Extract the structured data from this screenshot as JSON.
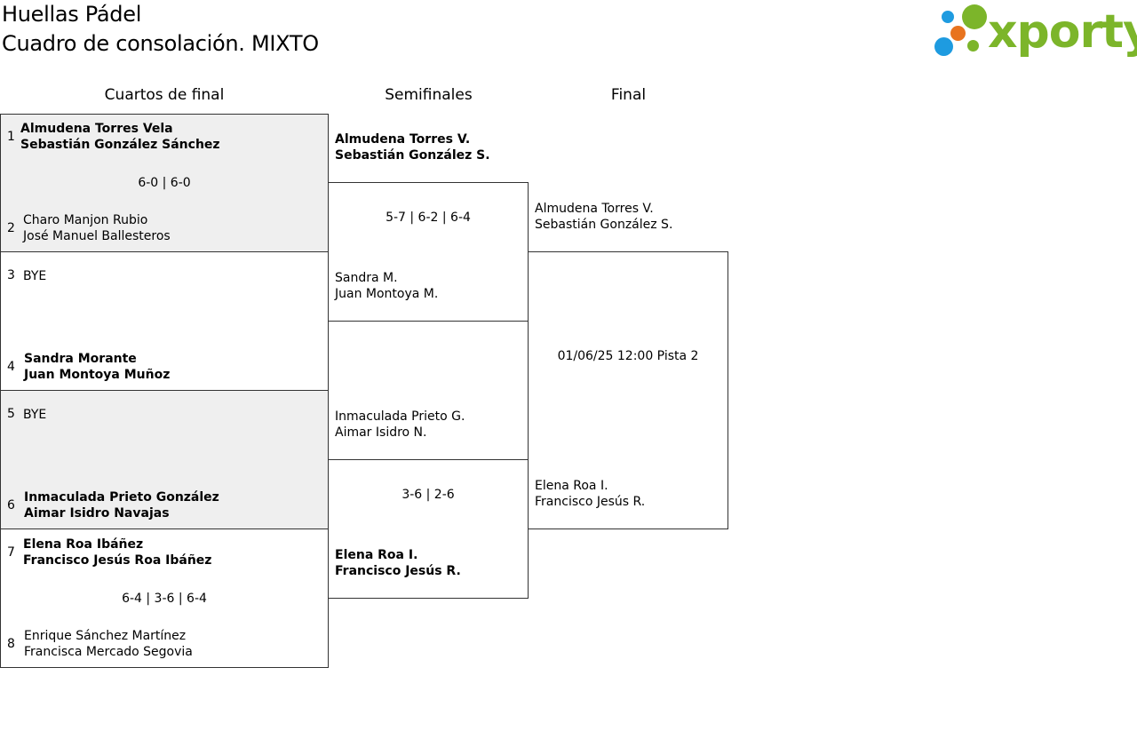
{
  "header": {
    "title_line1": "Huellas Pádel",
    "title_line2": "Cuadro de consolación. MIXTO",
    "logo_text": "xporty",
    "logo_colors": {
      "text": "#7cb52a",
      "blue": "#1e9be0",
      "orange": "#e8731e",
      "green": "#7cb52a"
    }
  },
  "rounds": {
    "quarterfinals": "Cuartos de final",
    "semifinals": "Semifinales",
    "final": "Final"
  },
  "quarterfinals": [
    {
      "seed_a": "1",
      "team_a": [
        "Almudena Torres Vela",
        "Sebastián González Sánchez"
      ],
      "score": "6-0 | 6-0",
      "seed_b": "2",
      "team_b": [
        "Charo Manjon Rubio",
        "José Manuel Ballesteros"
      ]
    },
    {
      "seed_a": "3",
      "team_a": [
        "BYE"
      ],
      "score": "",
      "seed_b": "4",
      "team_b": [
        "Sandra Morante",
        "Juan Montoya Muñoz"
      ]
    },
    {
      "seed_a": "5",
      "team_a": [
        "BYE"
      ],
      "score": "",
      "seed_b": "6",
      "team_b": [
        "Inmaculada Prieto González",
        "Aimar Isidro Navajas"
      ]
    },
    {
      "seed_a": "7",
      "team_a": [
        "Elena Roa Ibáñez",
        "Francisco Jesús Roa Ibáñez"
      ],
      "score": "6-4 | 3-6 | 6-4",
      "seed_b": "8",
      "team_b": [
        "Enrique Sánchez Martínez",
        "Francisca Mercado Segovia"
      ]
    }
  ],
  "semifinals": [
    {
      "team_a": [
        "Almudena Torres V.",
        "Sebastián González S."
      ],
      "score": "5-7 | 6-2 | 6-4",
      "team_b": [
        "Sandra M.",
        "Juan Montoya M."
      ]
    },
    {
      "team_a": [
        "Inmaculada Prieto G.",
        "Aimar Isidro N."
      ],
      "score": "3-6 | 2-6",
      "team_b": [
        "Elena Roa I.",
        "Francisco Jesús R."
      ]
    }
  ],
  "final": {
    "team_a": [
      "Almudena Torres V.",
      "Sebastián González S."
    ],
    "info": "01/06/25 12:00 Pista 2",
    "team_b": [
      "Elena Roa I.",
      "Francisco Jesús R."
    ]
  }
}
